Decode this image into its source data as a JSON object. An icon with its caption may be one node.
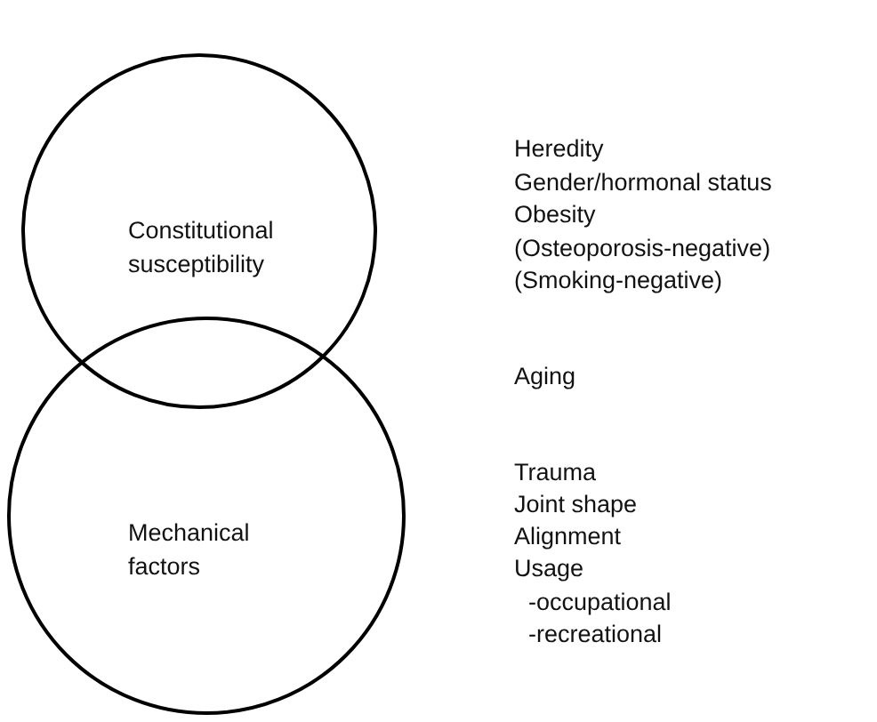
{
  "diagram": {
    "nodes": [
      {
        "text": [
          "Constitutional susceptibility"
        ]
      },
      {
        "text": [
          "Mechanical factors"
        ]
      }
    ],
    "labels": [
      "Heredity",
      "Gender/hormonal status",
      "Obesity",
      "(Osteoporosis-negative)",
      "(Smoking-negative)",
      "Aging",
      "Trauma",
      "Joint shape",
      "Alignment",
      "Usage",
      "-occupational",
      "-recreational"
    ]
  }
}
